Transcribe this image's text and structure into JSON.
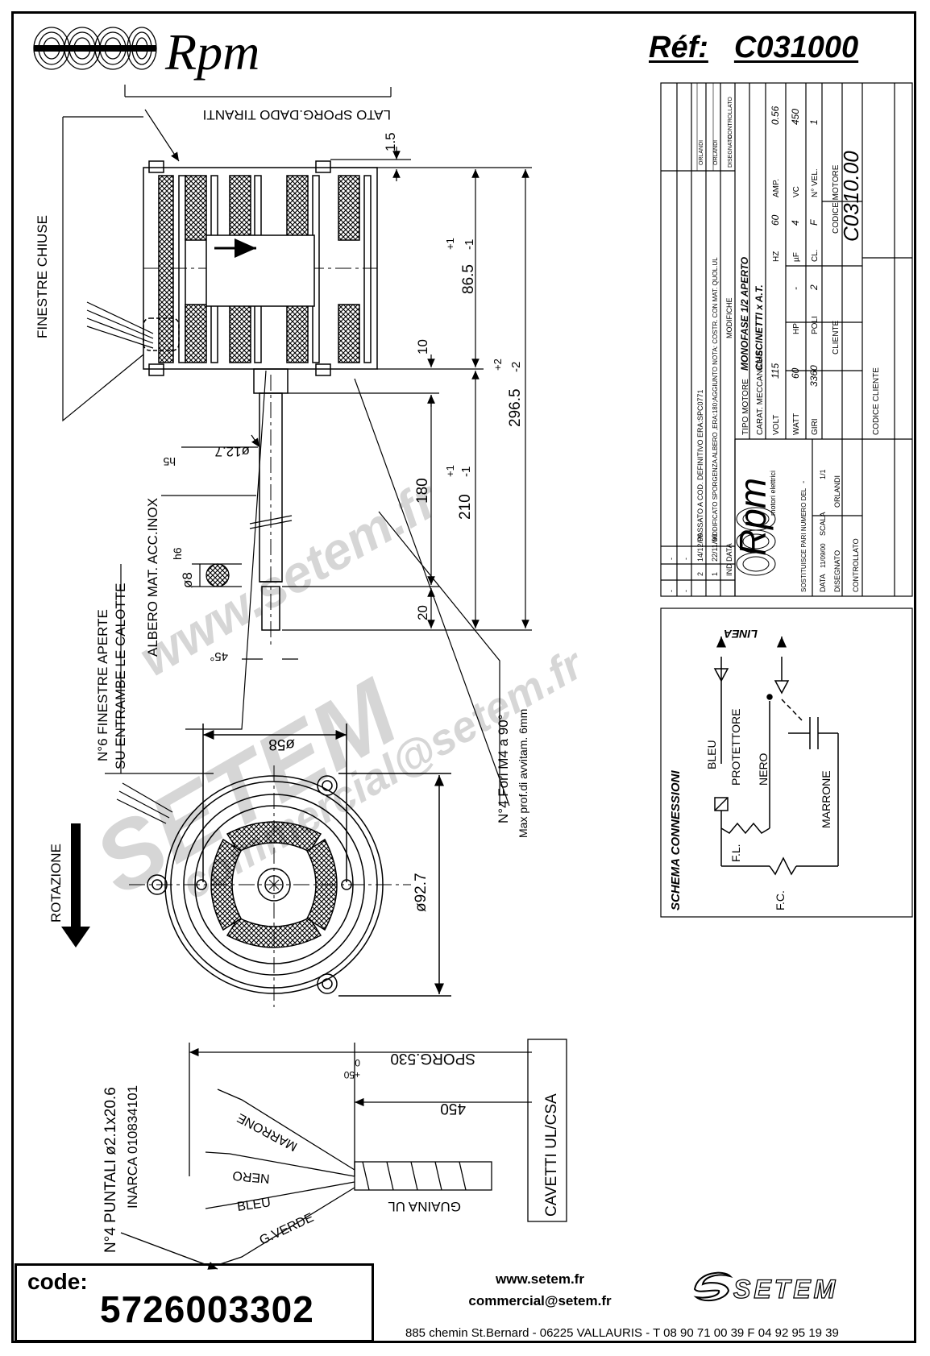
{
  "header": {
    "brand": "Rpm",
    "ref_label": "Réf:",
    "ref_code": "C031000"
  },
  "drawing": {
    "lato_sporg": "LATO SPORG.DADO TIRANTI",
    "finestre_chiuse": "FINESTRE CHIUSE",
    "n6_finestre": "N°6 FINESTRE APERTE",
    "su_entrambe": "SU ENTRAMBE LE CALOTTE",
    "albero": "ALBERO MAT. ACC.INOX",
    "fori": "N°4 Fori M4 a 90°",
    "max_prof": "Max prof.di avvitam. 6mm",
    "rotazione": "ROTAZIONE",
    "dims": {
      "d1_5": "1.5",
      "d86_5": "86.5",
      "d86_5_tol_plus": "+1",
      "d86_5_tol_minus": "-1",
      "d10": "10",
      "d296_5": "296.5",
      "d296_5_tol_plus": "+2",
      "d296_5_tol_minus": "-2",
      "d180": "180",
      "d210": "210",
      "d210_tol_plus": "+1",
      "d210_tol_minus": "-1",
      "d20": "20",
      "d12_7": "ø12.7",
      "h5": "h5",
      "d8": "ø8",
      "h6": "h6",
      "d45": "45°",
      "d58": "ø58",
      "d92_7": "ø92.7"
    }
  },
  "cables": {
    "puntali": "N°4 PUNTALI ø2.1x20.6",
    "inarca": "INARCA 010834101",
    "sporg": "SPORG.530",
    "sporg_tol_plus": "+50",
    "sporg_tol_zero": "0",
    "d450": "450",
    "cavetti": "CAVETTI UL/CSA",
    "guaina": "GUAINA UL",
    "wires": [
      "MARRONE",
      "NERO",
      "BLEU",
      "G.VERDE"
    ]
  },
  "schema": {
    "title": "SCHEMA CONNESSIONI",
    "linea": "LINEA",
    "bleu": "BLEU",
    "protettore": "PROTETTORE",
    "nero": "NERO",
    "marrone": "MARRONE",
    "fl": "F.L.",
    "fc": "F.C."
  },
  "title_block": {
    "revisions": [
      {
        "ind": "2",
        "data": "14/12/00",
        "text": "PASSATO A COD. DEFINITIVO ERA:SPC0771",
        "by": "ORLANDI"
      },
      {
        "ind": "1",
        "data": "22/11/00",
        "text": "MODIFICATO SPORGENZA ALBERO ,ERA:180;AGGIUNTO NOTA: COSTR. CON MAT. QUOL.UL",
        "by": "ORLANDI"
      }
    ],
    "rev_head": {
      "ind": "IND",
      "data": "DATA",
      "modifiche": "MODIFICHE",
      "disegnato": "DISEGNATO",
      "controllato": "CONTROLLATO"
    },
    "dash": "-",
    "tipo_motore_label": "TIPO MOTORE",
    "tipo_motore": "MONOFASE 1/2 APERTO",
    "carat_label": "CARAT. MECCANICHE",
    "carat": "CUSCINETTI x A.T.",
    "specs": [
      {
        "label": "VOLT",
        "value": "115"
      },
      {
        "label": "HZ",
        "value": "60"
      },
      {
        "label": "AMP.",
        "value": "0.56"
      },
      {
        "label": "WATT",
        "value": "60"
      },
      {
        "label": "HP",
        "value": "-"
      },
      {
        "label": "µF",
        "value": "4"
      },
      {
        "label": "VC",
        "value": "450"
      },
      {
        "label": "GIRI",
        "value": "3360"
      },
      {
        "label": "POLI",
        "value": "2"
      },
      {
        "label": "CL.",
        "value": "F"
      },
      {
        "label": "N° VEL.",
        "value": "1"
      }
    ],
    "cliente_label": "CLIENTE",
    "codice_motore_label": "CODICE MOTORE",
    "codice_motore": "C0310.00",
    "codice_cliente_label": "CODICE CLIENTE",
    "logo": "Rpm",
    "logo_sub": "motori elettrici",
    "sostituisce_label": "SOSTITUISCE PARI NUMERO DEL",
    "sostituisce": "-",
    "data_label": "DATA",
    "data": "11/09/00",
    "scala_label": "SCALA",
    "scala": "1/1",
    "disegnato_label": "DISEGNATO",
    "disegnato": "ORLANDI",
    "controllato_label": "CONTROLLATO"
  },
  "watermark": {
    "url": "www.setem.fr",
    "brand": "SETEM",
    "email": "commercial@setem.fr"
  },
  "footer": {
    "code_label": "code:",
    "code": "5726003302",
    "website": "www.setem.fr",
    "email": "commercial@setem.fr",
    "address": "885 chemin St.Bernard  -  06225 VALLAURIS  -  T 08 90 71 00 39   F 04 92 95 19 39",
    "setem_logo": "SETEM"
  }
}
